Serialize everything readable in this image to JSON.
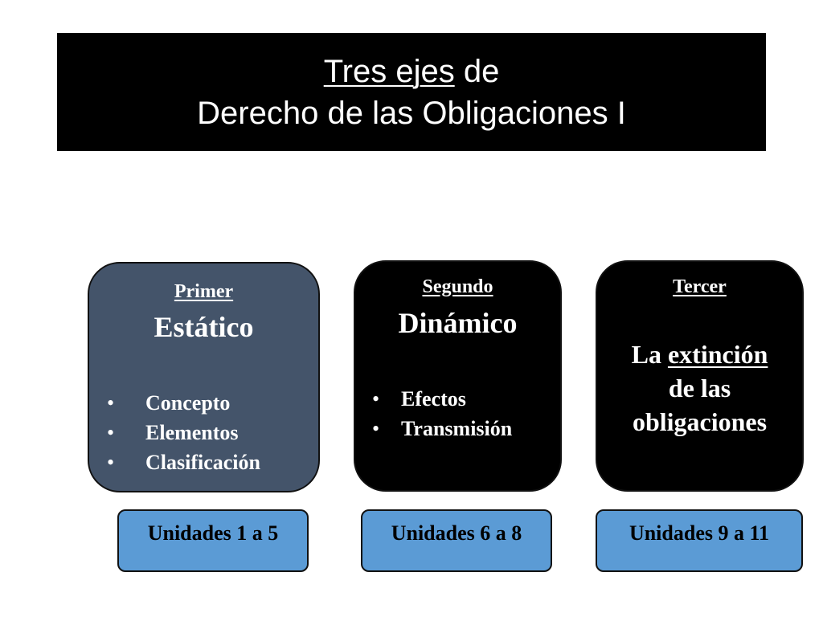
{
  "title": {
    "line1_underlined": "Tres ejes",
    "line1_rest": " de",
    "line2": "Derecho de las Obligaciones I"
  },
  "axes": [
    {
      "ordinal": "Primer",
      "name": "Estático",
      "bullet_glyph": "•",
      "items": [
        "Concepto",
        "Elementos",
        "Clasificación"
      ],
      "unit_label": "Unidades 1 a 5",
      "color": "#44546a"
    },
    {
      "ordinal": "Segundo",
      "name": "Dinámico",
      "bullet_glyph": "•",
      "items": [
        "Efectos",
        "Transmisión"
      ],
      "unit_label": "Unidades 6 a 8",
      "color": "#000000"
    },
    {
      "ordinal": "Tercer",
      "name_prefix": "La ",
      "name_underlined": "extinción",
      "name_line2": "de las",
      "name_line3": "obligaciones",
      "unit_label": "Unidades 9 a 11",
      "color": "#000000"
    }
  ],
  "colors": {
    "title_bg": "#000000",
    "unit_box_bg": "#5b9bd5"
  }
}
